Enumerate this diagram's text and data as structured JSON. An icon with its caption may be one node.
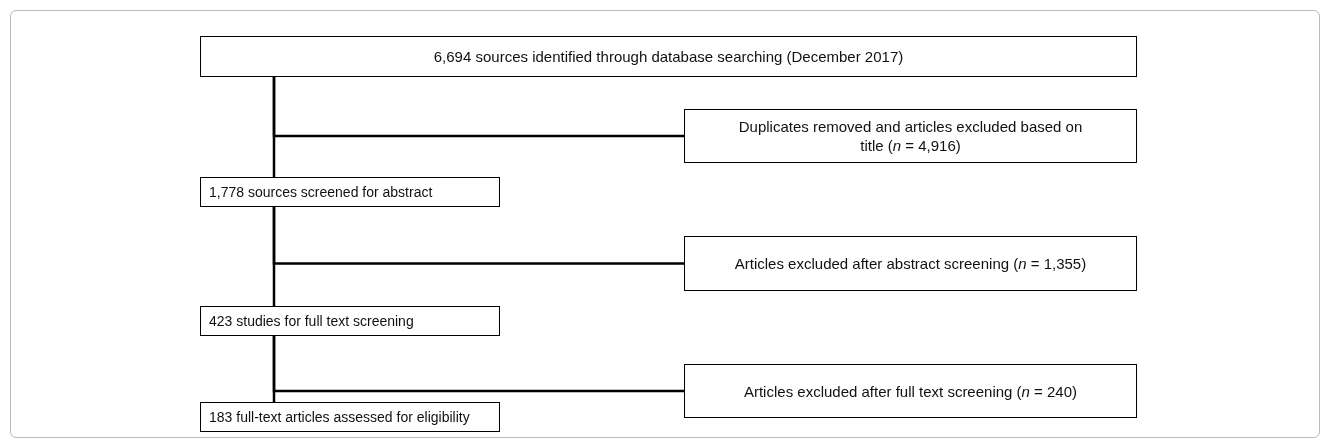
{
  "diagram": {
    "nodes": [
      {
        "text": [
          "6,694 sources identified through database searching (December 2017)"
        ]
      },
      {
        "text": [
          "Duplicates removed and articles excluded based on title (*n* = 4,916)"
        ]
      },
      {
        "text": [
          "1,778 sources screened for abstract"
        ]
      },
      {
        "text": [
          "Articles excluded after abstract screening (*n* = 1,355)"
        ]
      },
      {
        "text": [
          "423 studies for full text screening"
        ]
      },
      {
        "text": [
          "Articles excluded after full text screening (*n* = 240)"
        ]
      },
      {
        "text": [
          "183 full-text articles assessed for eligibility"
        ]
      }
    ],
    "edges": [
      {
        "from": 0,
        "to": 2,
        "arrow": "none"
      },
      {
        "from": 0,
        "to": 1,
        "arrow": "none"
      },
      {
        "from": 2,
        "to": 4,
        "arrow": "none"
      },
      {
        "from": 2,
        "to": 3,
        "arrow": "none"
      },
      {
        "from": 4,
        "to": 6,
        "arrow": "none"
      },
      {
        "from": 4,
        "to": 5,
        "arrow": "none"
      }
    ]
  }
}
